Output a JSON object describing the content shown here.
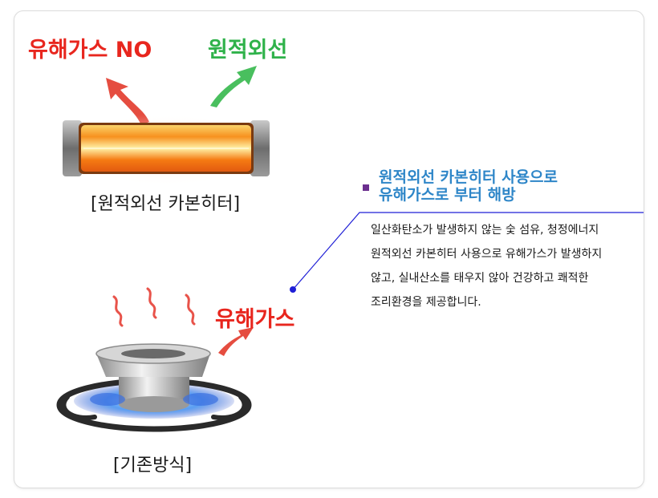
{
  "labels": {
    "harmful_gas_no": "유해가스 NO",
    "far_infrared": "원적외선",
    "heater_caption": "[원적외선 카본히터]",
    "harmful_gas": "유해가스",
    "burner_caption": "[기존방식]"
  },
  "info": {
    "title_line1": "원적외선 카본히터 사용으로",
    "title_line2": "유해가스로 부터 해방",
    "body_lines": [
      "일산화탄소가 발생하지 않는 숯 섬유, 청정에너지",
      "원적외선 카본히터 사용으로 유해가스가 발생하지",
      "않고, 실내산소를 태우지 않아 건강하고 쾌적한",
      "조리환경을 제공합니다."
    ]
  },
  "colors": {
    "red": "#e8261e",
    "green": "#2fb24a",
    "blue_title": "#2e86c8",
    "connector": "#1f1fd6",
    "bullet": "#6b2f8f"
  },
  "icons": [
    "red-arrow-icon",
    "green-arrow-icon",
    "carbon-heater-image",
    "gas-burner-image",
    "heat-wave-icon"
  ]
}
